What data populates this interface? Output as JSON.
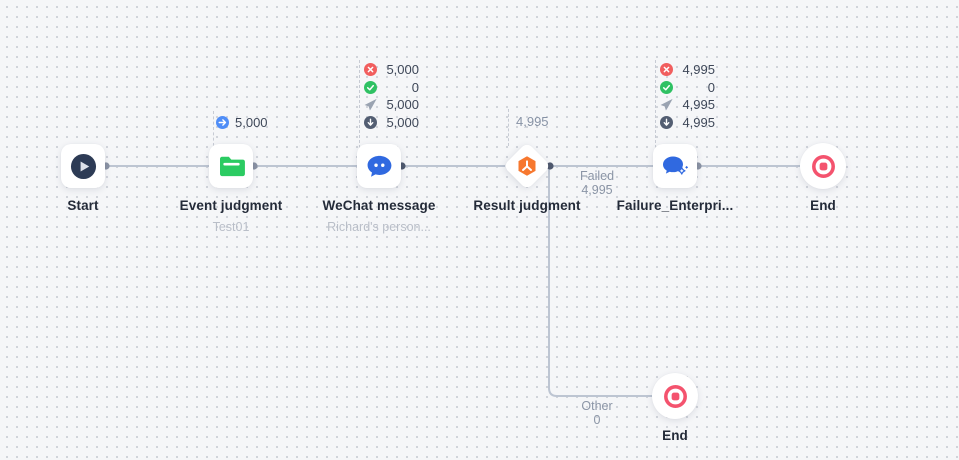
{
  "nodes": {
    "start": {
      "label": "Start"
    },
    "event_judgment": {
      "label": "Event judgment",
      "subtitle": "Test01",
      "entered_count": "5,000"
    },
    "wechat_message": {
      "label": "WeChat message",
      "subtitle": "Richard's person...",
      "stats": {
        "failed": "5,000",
        "succeeded": "0",
        "sent": "5,000",
        "delivered": "5,000"
      }
    },
    "result_judgment": {
      "label": "Result judgment",
      "entered_count": "4,995"
    },
    "failure_enterprise": {
      "label": "Failure_Enterpri...",
      "stats": {
        "failed": "4,995",
        "succeeded": "0",
        "sent": "4,995",
        "delivered": "4,995"
      }
    },
    "end_main": {
      "label": "End"
    },
    "end_other": {
      "label": "End"
    }
  },
  "branches": {
    "failed": {
      "label": "Failed",
      "count": "4,995"
    },
    "other": {
      "label": "Other",
      "count": "0"
    }
  },
  "colors": {
    "canvas_bg": "#f5f6f8",
    "grid_dot": "#c9cdd5",
    "edge": "#bdc5d2",
    "start_navy": "#2d3b55",
    "folder_green": "#2bcb62",
    "bubble_blue": "#3069e0",
    "branch_orange": "#f7782f",
    "end_pink": "#f4536e",
    "stat_failed_red": "#f15e5e",
    "stat_success_green": "#2fc163",
    "stat_sent_gray": "#9aa3b1",
    "stat_delivered_slate": "#535e72",
    "entered_blue": "#4f8df7"
  }
}
